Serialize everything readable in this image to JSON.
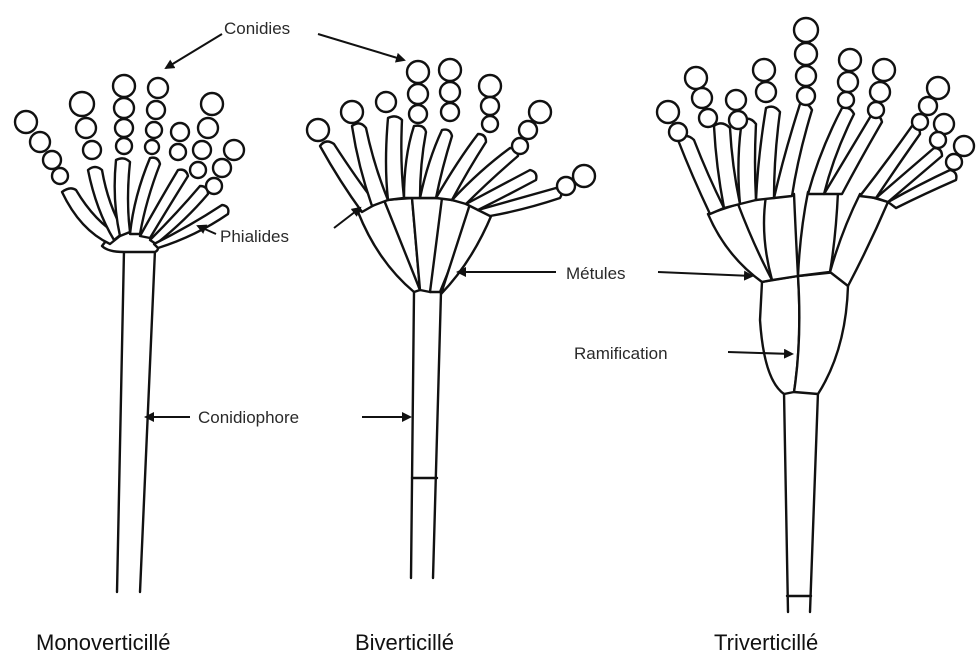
{
  "labels": {
    "conidies": "Conidies",
    "phialides": "Phialides",
    "metules": "Métules",
    "ramification": "Ramification",
    "conidiophore": "Conidiophore"
  },
  "captions": {
    "mono": "Monoverticillé",
    "bi": "Biverticillé",
    "tri": "Triverticillé"
  },
  "colors": {
    "ink": "#111111",
    "background": "#ffffff"
  }
}
